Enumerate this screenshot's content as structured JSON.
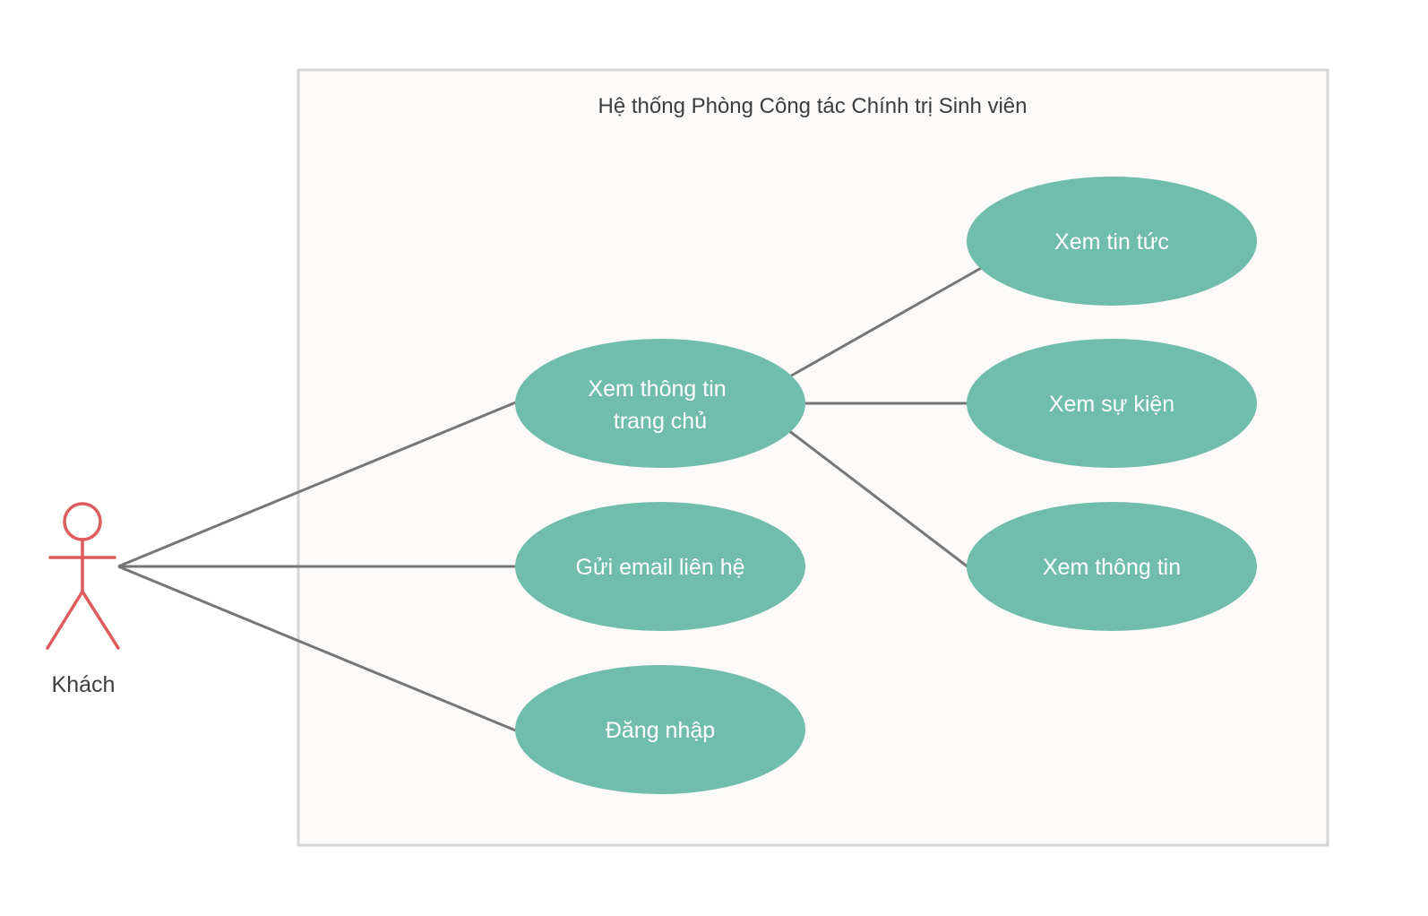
{
  "system": {
    "title": "Hệ thống Phòng Công tác Chính trị Sinh viên"
  },
  "actor": {
    "name": "Khách"
  },
  "usecases": {
    "home": [
      "Xem thông tin",
      "trang chủ"
    ],
    "email": "Gửi email liên hệ",
    "login": "Đăng nhập",
    "news": "Xem tin tức",
    "events": "Xem sự kiện",
    "info": "Xem thông tin"
  },
  "colors": {
    "usecase_fill": "#71bdab",
    "actor_stroke": "#dd5b5b",
    "line": "#767676",
    "system_fill": "#fbfaf9",
    "system_border": "#d6d6d6"
  }
}
